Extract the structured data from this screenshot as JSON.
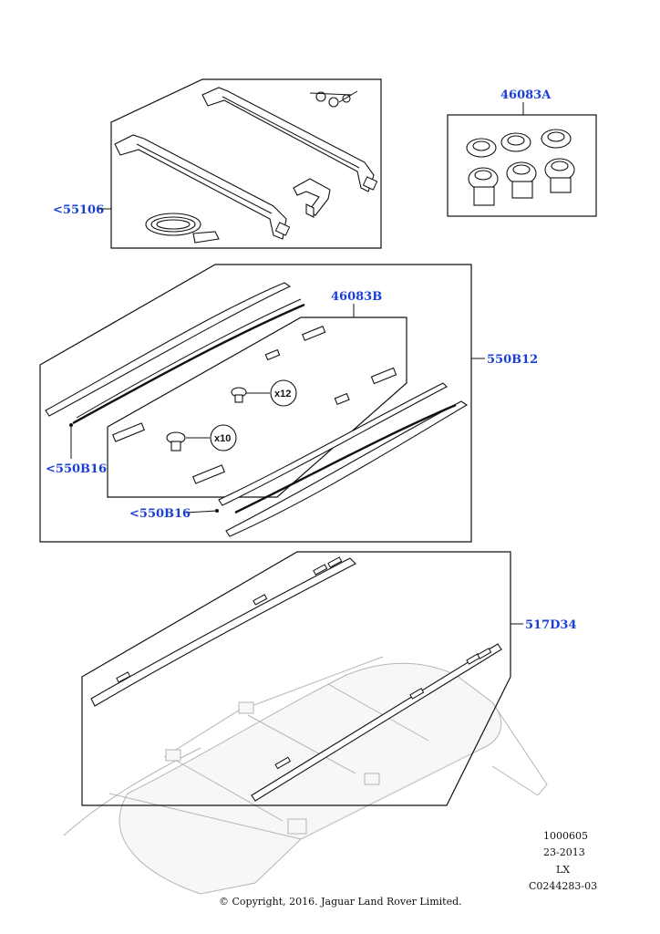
{
  "callouts": {
    "crossbars": "<55106",
    "lock_set": "46083A",
    "fixing_kit": "46083B",
    "roof_rail_kit": "550B12",
    "rail_left": "<550B16",
    "rail_right": "<550B16",
    "trim_strip": "517D34"
  },
  "quantities": {
    "screws_large": "x12",
    "screws_small": "x10"
  },
  "footer": {
    "ref_number": "1000605",
    "date": "23-2013",
    "model": "LX",
    "image_code": "C0244283-03",
    "copyright": "© Copyright, 2016. Jaguar Land Rover Limited."
  },
  "colors": {
    "callout_text": "#1a3fd6",
    "line_art": "#111111",
    "vehicle_ghost": "#b5b5b5"
  },
  "icons": [
    "key-icon",
    "screw-icon",
    "clip-icon",
    "lock-cylinder-icon"
  ]
}
